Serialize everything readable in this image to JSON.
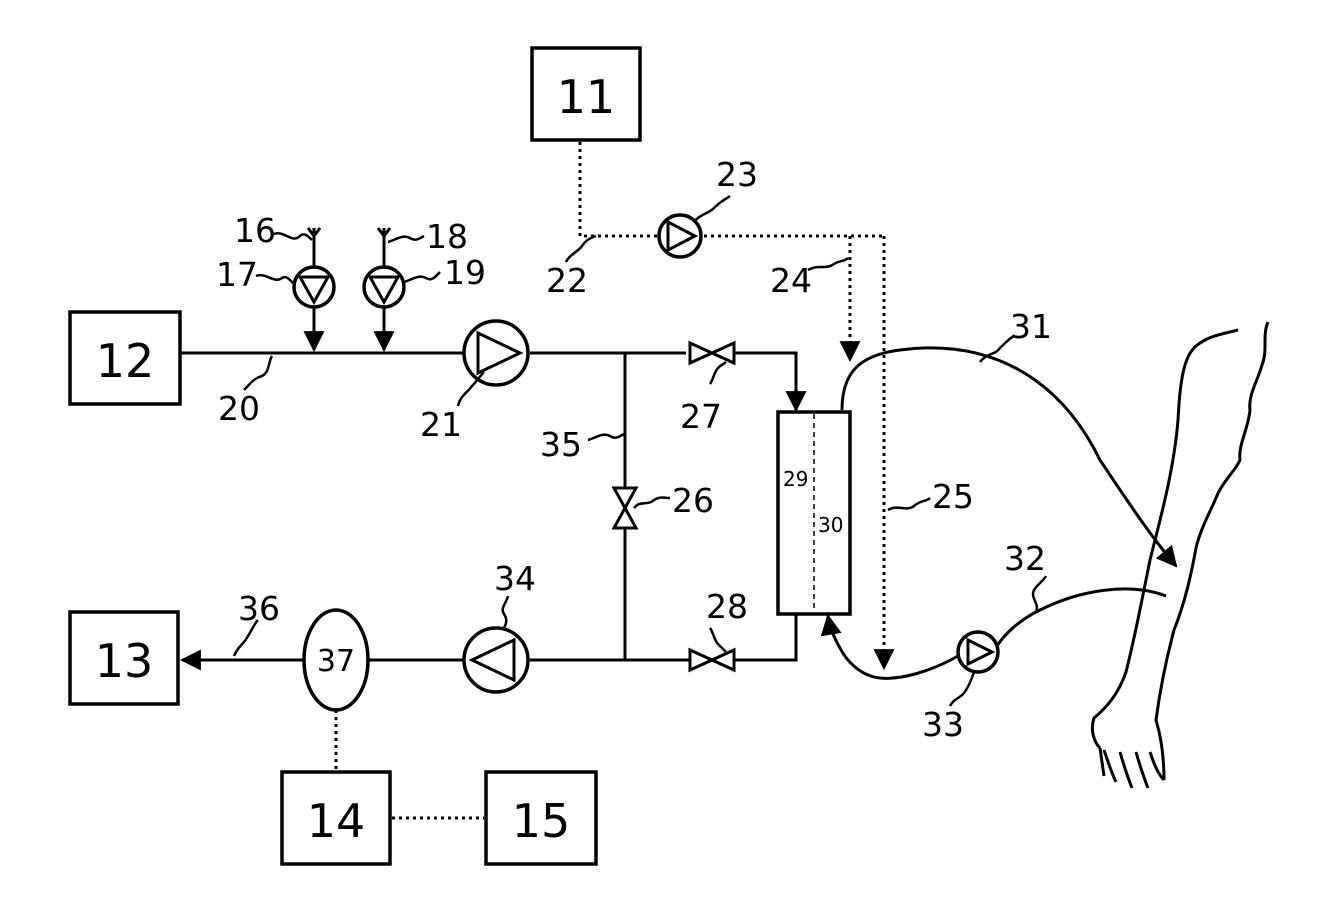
{
  "boxes": {
    "b11": "11",
    "b12": "12",
    "b13": "13",
    "b14": "14",
    "b15": "15"
  },
  "labels": {
    "l16": "16",
    "l17": "17",
    "l18": "18",
    "l19": "19",
    "l20": "20",
    "l21": "21",
    "l22": "22",
    "l23": "23",
    "l24": "24",
    "l25": "25",
    "l26": "26",
    "l27": "27",
    "l28": "28",
    "l29": "29",
    "l30": "30",
    "l31": "31",
    "l32": "32",
    "l33": "33",
    "l34": "34",
    "l35": "35",
    "l36": "36",
    "l37": "37"
  },
  "colors": {
    "line": "#000000",
    "background": "#ffffff"
  }
}
